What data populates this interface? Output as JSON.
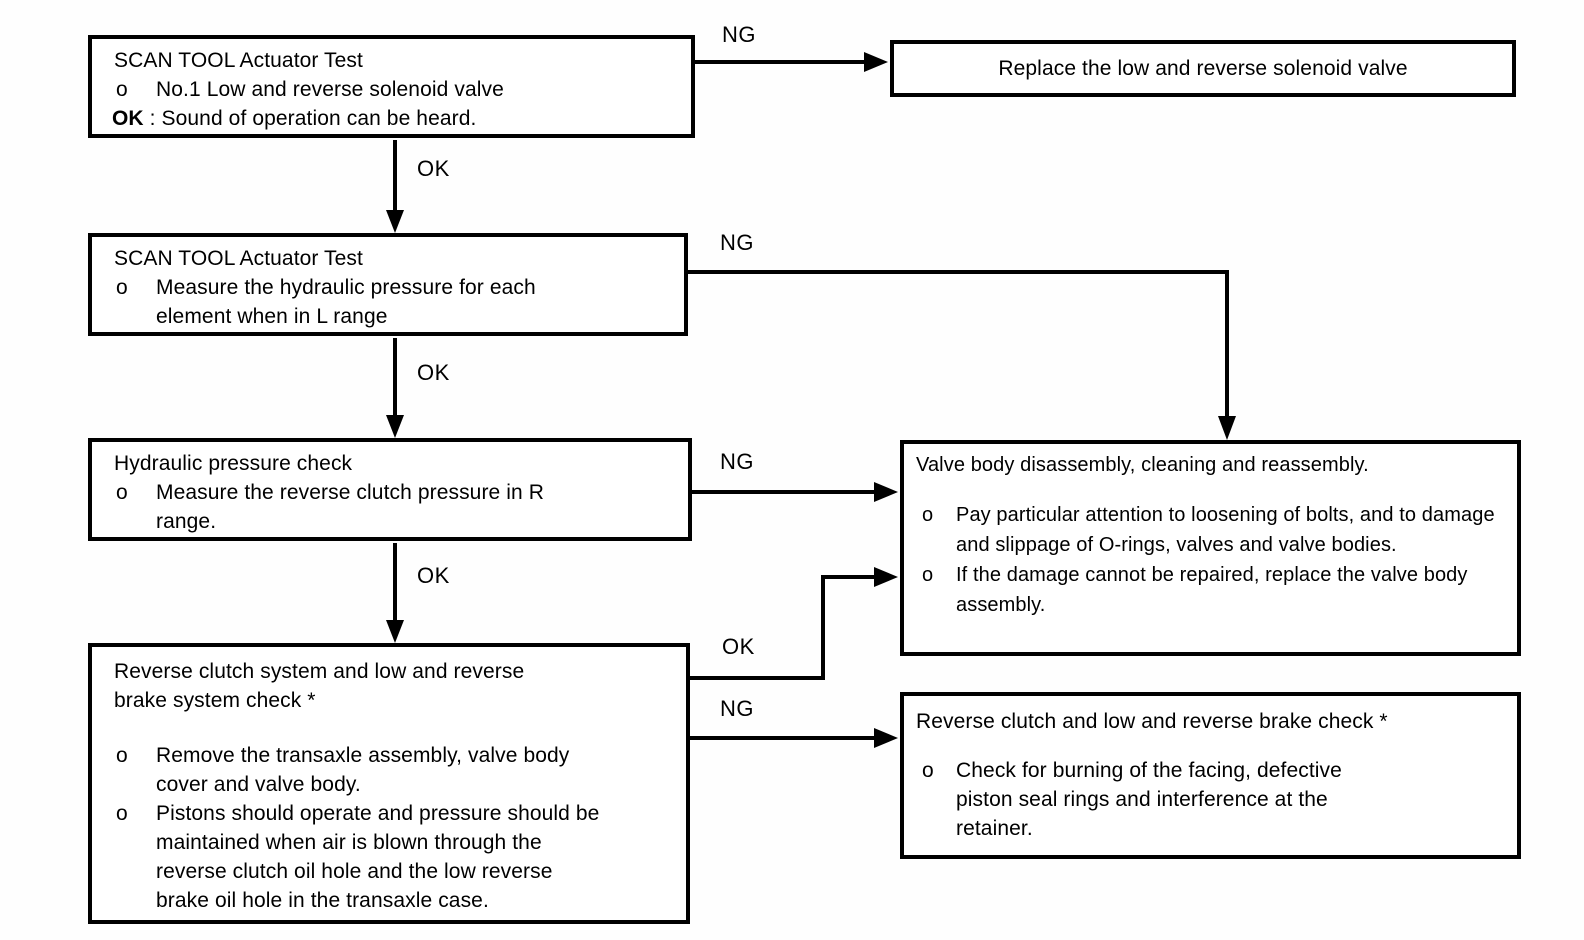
{
  "labels": {
    "ng": "NG",
    "ok": "OK",
    "bullet": "o"
  },
  "flowchart": {
    "step1": {
      "title": "SCAN TOOL Actuator Test",
      "bullet1": "No.1 Low and reverse solenoid valve",
      "ok_prefix": "OK",
      "ok_text": " : Sound of operation can be heard."
    },
    "step2": {
      "title": "SCAN TOOL Actuator Test",
      "bullet1": "Measure the hydraulic pressure for each element when in L range"
    },
    "step3": {
      "title": "Hydraulic pressure check",
      "bullet1": "Measure the reverse clutch pressure in R range."
    },
    "step4": {
      "title": "Reverse clutch system and low and reverse brake system check *",
      "bullet1": "Remove the transaxle assembly, valve body cover and valve body.",
      "bullet2": "Pistons should operate and pressure should be maintained when air is blown through the reverse clutch oil hole and the low reverse brake oil hole in the transaxle case."
    },
    "replace_solenoid": {
      "title": "Replace the low and reverse solenoid valve"
    },
    "valve_body": {
      "title": "Valve body disassembly, cleaning and reassembly.",
      "bullet1": "Pay particular attention to loosening of bolts, and to damage and slippage of O-rings, valves and valve bodies.",
      "bullet2": "If the damage cannot be repaired, replace the valve body assembly."
    },
    "reverse_brake_check": {
      "title": "Reverse clutch and low and reverse brake check *",
      "bullet1": "Check for burning of the facing, defective piston seal rings and interference at the retainer."
    }
  }
}
